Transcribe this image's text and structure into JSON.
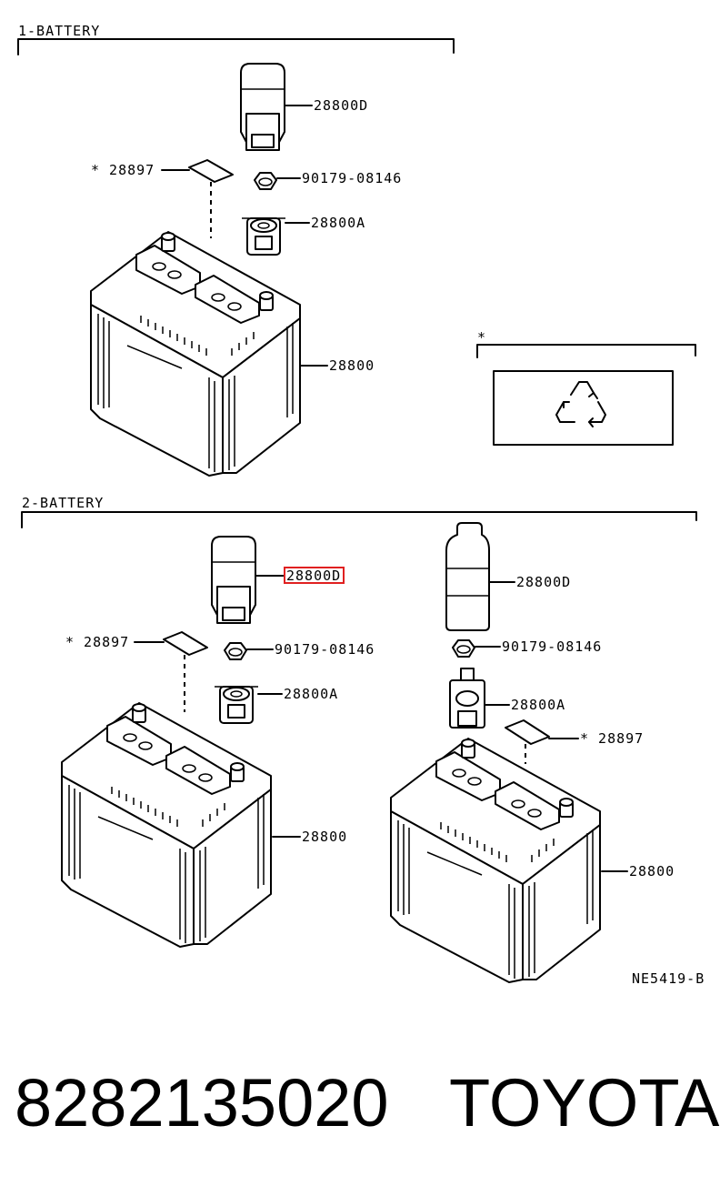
{
  "sections": {
    "s1": "1-BATTERY",
    "s2": "2-BATTERY"
  },
  "callouts": {
    "a_cover": "28800D",
    "a_label": "* 28897",
    "a_nut": "90179-08146",
    "a_clamp": "28800A",
    "a_battery": "28800",
    "recycle_star": "*",
    "b_cover": "28800D",
    "b_label": "* 28897",
    "b_nut": "90179-08146",
    "b_clamp": "28800A",
    "b_battery": "28800",
    "c_cover": "28800D",
    "c_nut": "90179-08146",
    "c_clamp": "28800A",
    "c_label": "* 28897",
    "c_battery": "28800"
  },
  "highlight_color": "#e02020",
  "drawing_code": "NE5419-B",
  "footer": {
    "part_number": "8282135020",
    "brand": "TOYOTA"
  },
  "icons": [
    "recycle-icon"
  ]
}
